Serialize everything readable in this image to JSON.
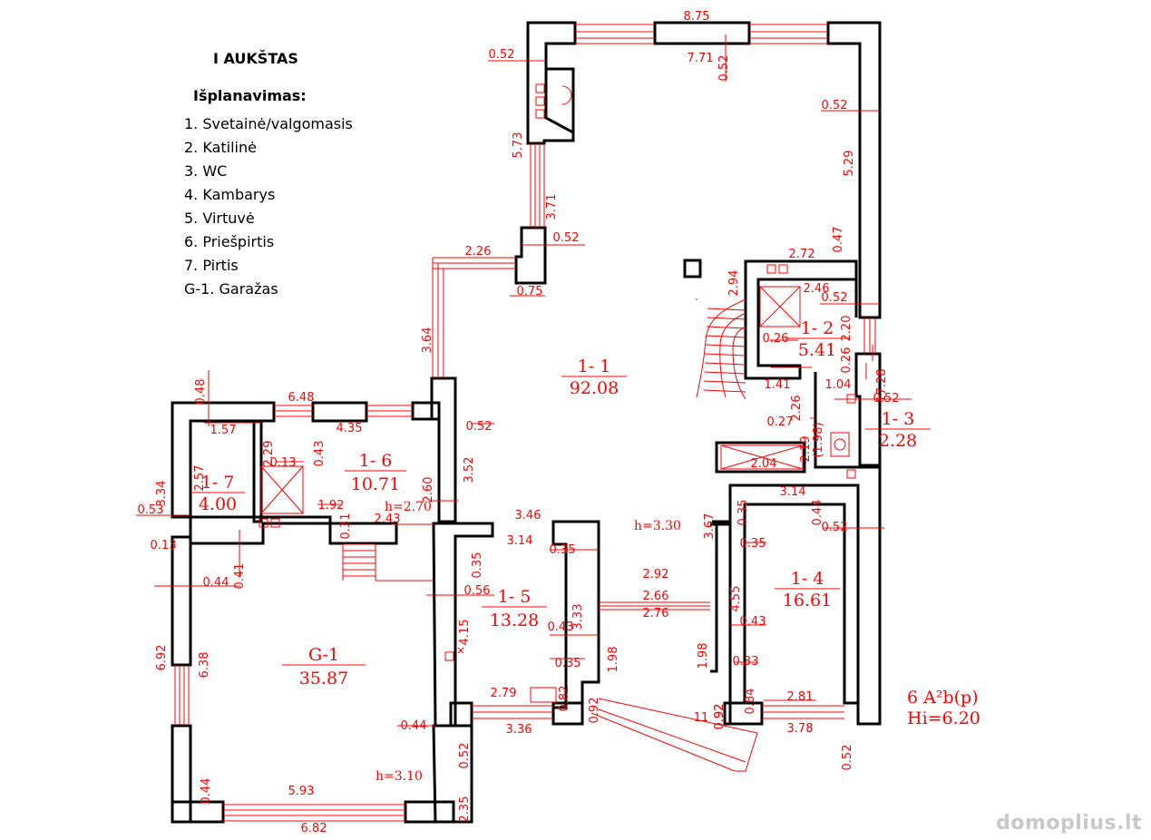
{
  "legend": {
    "title": "I AUKŠTAS",
    "heading": "Išplanavimas:",
    "items": [
      "1. Svetainė/valgomasis",
      "2. Katilinė",
      "3. WC",
      "4. Kambarys",
      "5. Virtuvė",
      "6. Priešpirtis",
      "7. Pirtis",
      "G-1. Garažas"
    ]
  },
  "rooms": [
    {
      "id": "1- 1",
      "area": "92.08"
    },
    {
      "id": "1- 2",
      "area": "5.41"
    },
    {
      "id": "1- 3",
      "area": "2.28"
    },
    {
      "id": "1- 4",
      "area": "16.61"
    },
    {
      "id": "1- 5",
      "area": "13.28"
    },
    {
      "id": "1- 6",
      "area": "10.71"
    },
    {
      "id": "1- 7",
      "area": "4.00"
    },
    {
      "id": "G-1",
      "area": "35.87"
    }
  ],
  "heights": [
    "h=3.30",
    "h=2.70",
    "h=3.10"
  ],
  "dimensions": [
    "8.75",
    "7.71",
    "0.52",
    "0.52",
    "0.52",
    "5.73",
    "3.71",
    "0.52",
    "2.26",
    "0.75",
    "3.64",
    "5.29",
    "0.47",
    "2.72",
    "2.94",
    "2.46",
    "0.52",
    "2.20",
    "0.26",
    "0.26",
    "17.28",
    "1.41",
    "1.04",
    "2.26",
    "(1.98)",
    "0.52",
    "0.27",
    "2.19",
    "2.04",
    "0.35",
    "3.14",
    "0.44",
    "0.52",
    "3.67",
    "0.35",
    "4.55",
    "0.43",
    "0.33",
    "0.84",
    "0.92",
    "2.81",
    "3.78",
    "0.52",
    "0.48",
    "6.48",
    "1.57",
    "4.35",
    "2.29",
    "0.43",
    "0.52",
    "3.52",
    "2.57",
    "0.13",
    "2.60",
    "3.34",
    "1.92",
    "0.31",
    "0.53",
    "2.43",
    "0.13",
    "0.41",
    "0.44",
    "3.46",
    "3.14",
    "0.35",
    "0.35",
    "0.56",
    "3.33",
    "4.15",
    "0.43",
    "0.35",
    "1.98",
    "0.82",
    "2.79",
    "0.92",
    "3.36",
    "0.52",
    "2.92",
    "2.66",
    "2.76",
    "1.98",
    "0.92",
    "6.92",
    "6.38",
    "0.44",
    "0.44",
    "5.93",
    "6.82",
    "2.35",
    "11"
  ],
  "classification": {
    "line1": "6 A²b(p)",
    "line2": "Hi=6.20"
  },
  "watermark": "domoplius.lt",
  "colors": {
    "wall": "#000000",
    "dimension": "#ff0000",
    "background": "#ffffff"
  }
}
